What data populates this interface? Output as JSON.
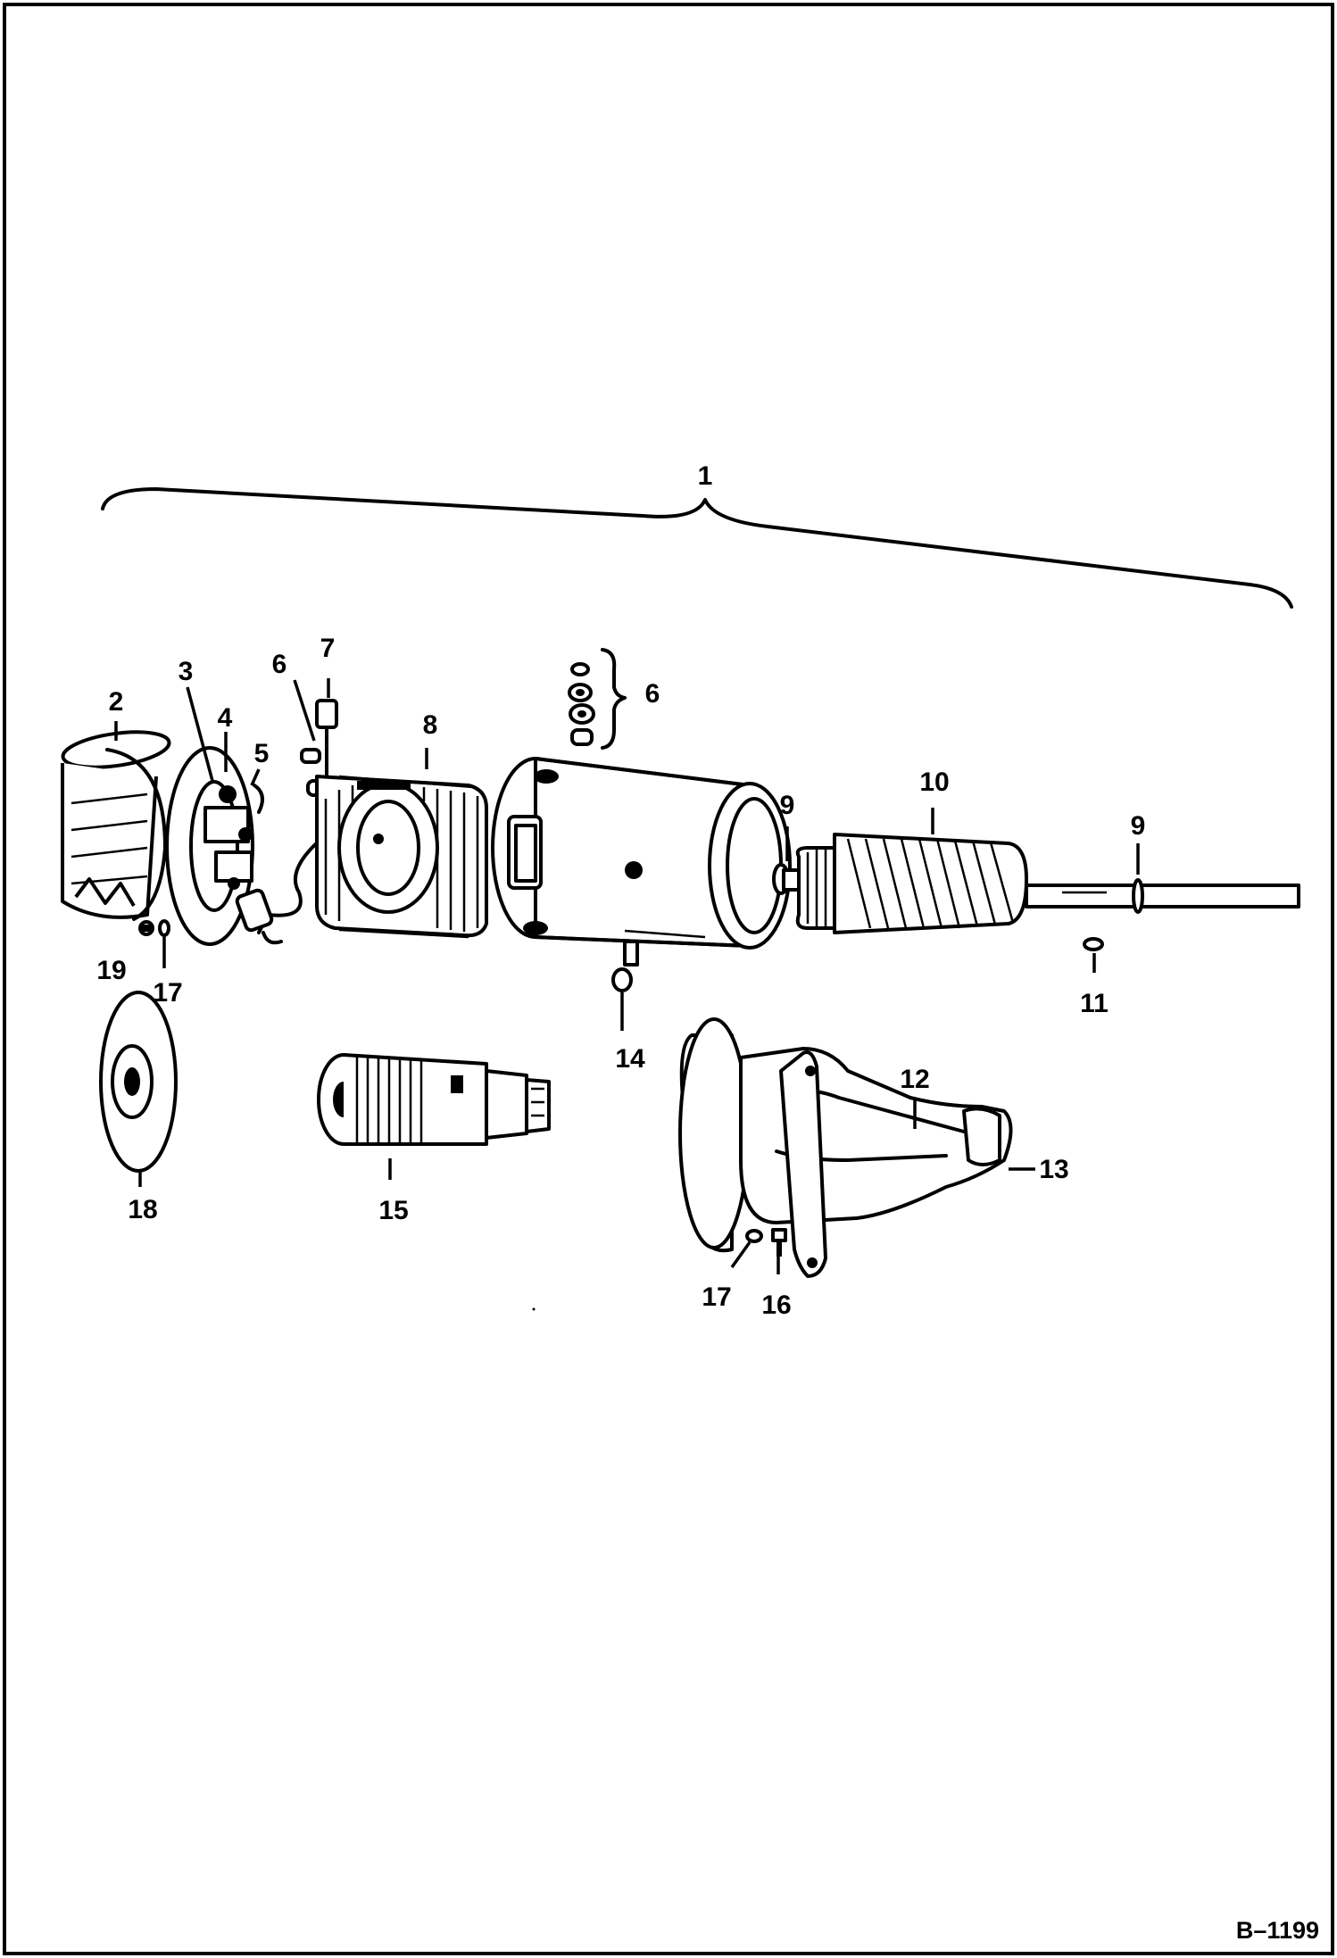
{
  "figure_ref": "B–1199",
  "callouts": {
    "c1": "1",
    "c2": "2",
    "c3": "3",
    "c4": "4",
    "c5": "5",
    "c6a": "6",
    "c6b": "6",
    "c7": "7",
    "c8": "8",
    "c9a": "9",
    "c9b": "9",
    "c10": "10",
    "c11": "11",
    "c12": "12",
    "c13": "13",
    "c14": "14",
    "c15": "15",
    "c16": "16",
    "c17a": "17",
    "c17b": "17",
    "c18": "18",
    "c19": "19"
  },
  "colors": {
    "ink": "#000000",
    "paper": "#ffffff"
  }
}
